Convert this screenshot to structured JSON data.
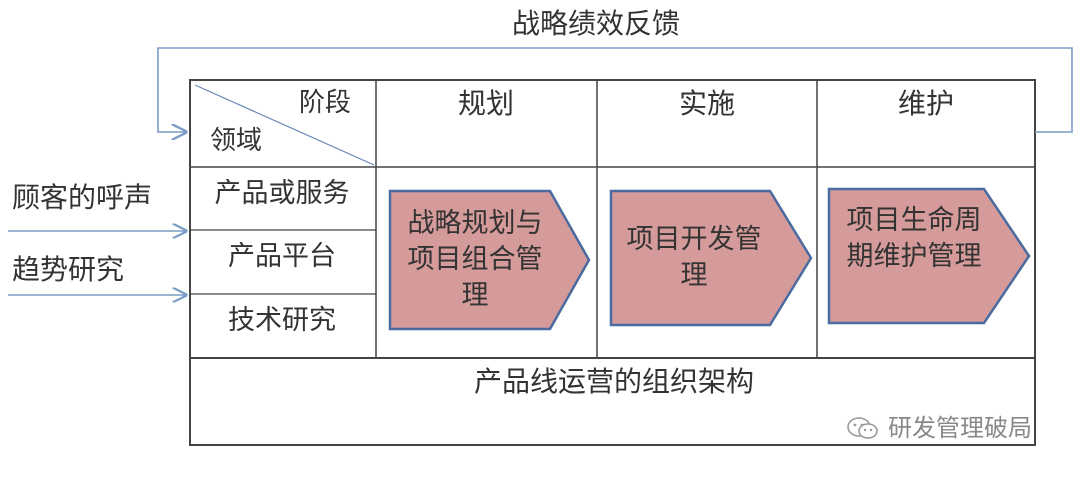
{
  "feedback_label": "战略绩效反馈",
  "header": {
    "corner_stage": "阶段",
    "corner_domain": "领域",
    "phases": [
      "规划",
      "实施",
      "维护"
    ]
  },
  "rows": [
    "产品或服务",
    "产品平台",
    "技术研究"
  ],
  "inputs": [
    "顾客的呼声",
    "趋势研究"
  ],
  "arrows": [
    {
      "text": "战略规划与项目组合管理"
    },
    {
      "text": "项目开发管理"
    },
    {
      "text": "项目生命周期维护管理"
    }
  ],
  "bottom_label": "产品线运营的组织架构",
  "watermark": "研发管理破局",
  "colors": {
    "arrow_fill": "#D59A9A",
    "arrow_stroke": "#4B6BA0",
    "feedback_line": "#7A9CC6",
    "table_line": "#444444"
  }
}
